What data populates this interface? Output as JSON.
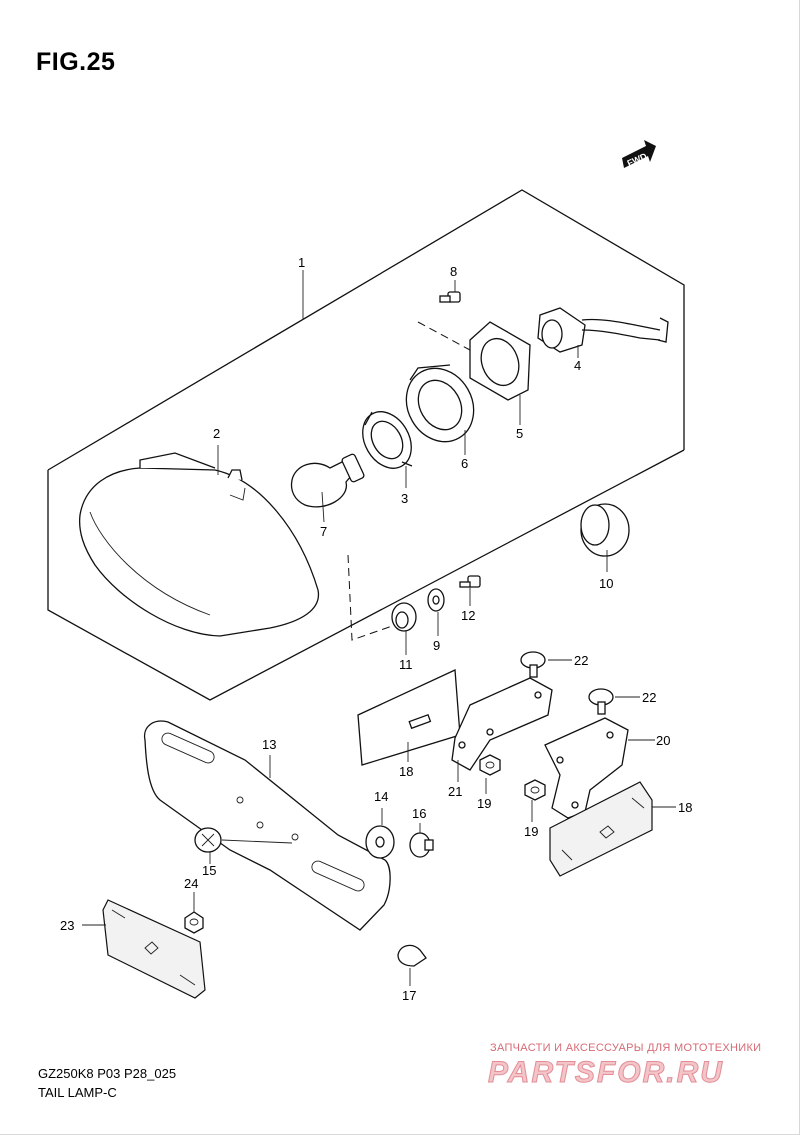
{
  "figure": {
    "title": "FIG.25"
  },
  "direction_badge": {
    "label": "FWD",
    "icon": "fwd-arrow-icon"
  },
  "callouts": [
    {
      "num": "1"
    },
    {
      "num": "2"
    },
    {
      "num": "3"
    },
    {
      "num": "4"
    },
    {
      "num": "5"
    },
    {
      "num": "6"
    },
    {
      "num": "7"
    },
    {
      "num": "8"
    },
    {
      "num": "9"
    },
    {
      "num": "10"
    },
    {
      "num": "11"
    },
    {
      "num": "12"
    },
    {
      "num": "13"
    },
    {
      "num": "14"
    },
    {
      "num": "15"
    },
    {
      "num": "16"
    },
    {
      "num": "17"
    },
    {
      "num": "18"
    },
    {
      "num": "18"
    },
    {
      "num": "19"
    },
    {
      "num": "19"
    },
    {
      "num": "20"
    },
    {
      "num": "21"
    },
    {
      "num": "22"
    },
    {
      "num": "22"
    },
    {
      "num": "23"
    },
    {
      "num": "24"
    }
  ],
  "footer": {
    "model_code": "GZ250K8 P03 P28_025",
    "name": "TAIL LAMP-C"
  },
  "watermark": {
    "tagline": "ЗАПЧАСТИ И АКСЕССУАРЫ ДЛЯ МОТОТЕХНИКИ",
    "logo": "PARTSFOR.RU"
  },
  "colors": {
    "line": "#111111",
    "watermark": "#e38e97"
  }
}
